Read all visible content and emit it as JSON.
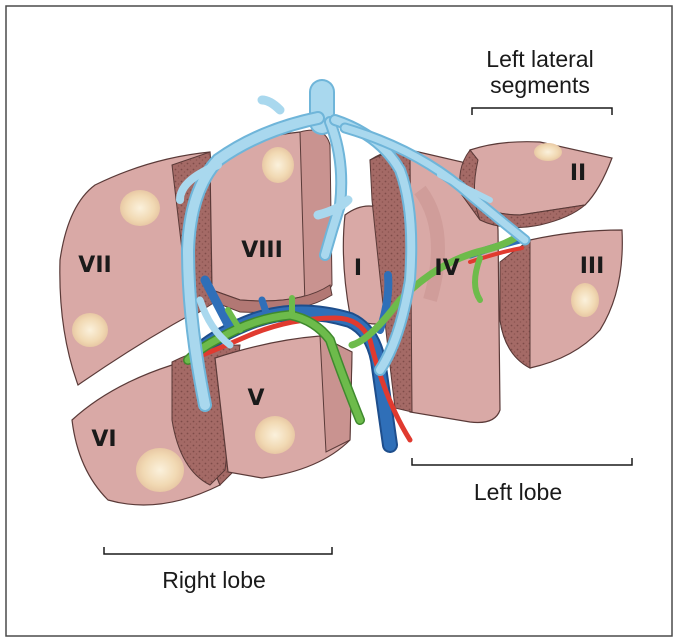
{
  "segments": {
    "s1": "I",
    "s2": "II",
    "s3": "III",
    "s4": "IV",
    "s5": "V",
    "s6": "VI",
    "s7": "VII",
    "s8": "VIII"
  },
  "captions": {
    "left_lateral_line1": "Left lateral",
    "left_lateral_line2": "segments",
    "left_lobe": "Left lobe",
    "right_lobe": "Right lobe"
  },
  "colors": {
    "liver": "#d9a9a6",
    "liver_light": "#e6c3c0",
    "cut_face": "#a86c68",
    "hepatic_vein": "#a9d8ee",
    "portal_vein": "#2f6fb8",
    "hepatic_artery": "#e03a2f",
    "bile_duct": "#6dbb4b",
    "lesion": "#f4e2c2"
  }
}
